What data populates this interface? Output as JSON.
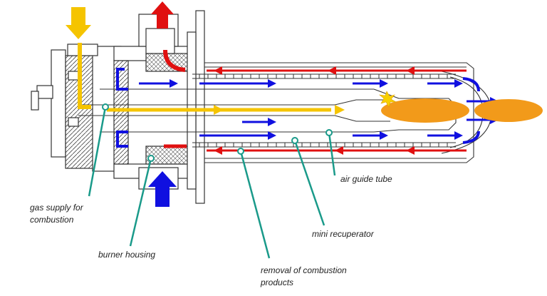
{
  "labels": {
    "gas_supply_line1": "gas supply for",
    "gas_supply_line2": "combustion",
    "burner_housing": "burner housing",
    "removal_line1": "removal of combustion",
    "removal_line2": "products",
    "mini_recuperator": "mini recuperator",
    "air_guide_tube": "air guide tube"
  },
  "colors": {
    "air_flow": "#1010e0",
    "exhaust_flow": "#e01010",
    "gas_flow": "#f5c400",
    "flame": "#f29a1a",
    "leader_lines": "#1a9a8a",
    "outline": "#333333"
  }
}
